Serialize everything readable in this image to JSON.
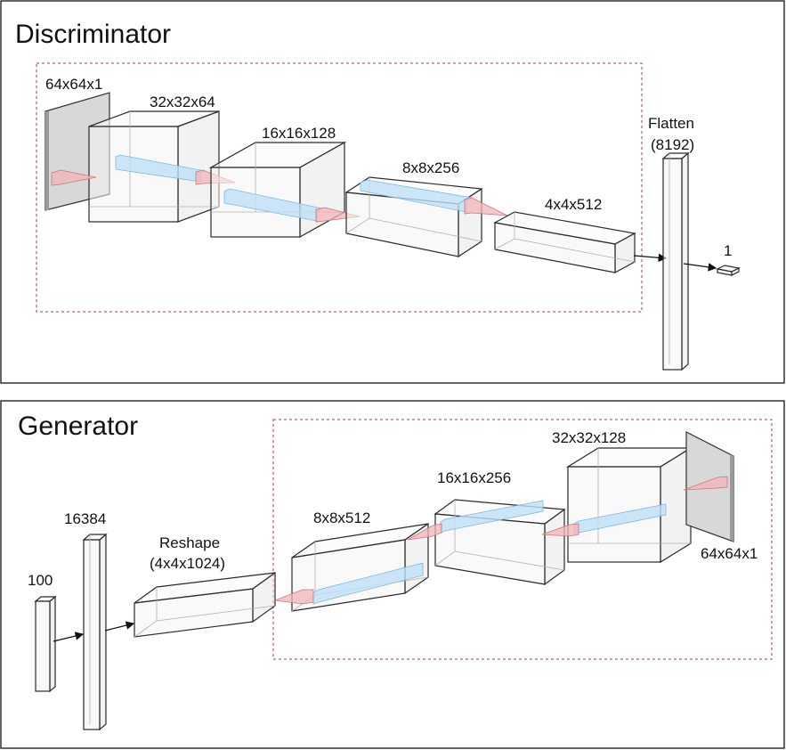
{
  "discriminator": {
    "title": "Discriminator",
    "labels": {
      "input": "64x64x1",
      "conv1": "32x32x64",
      "conv2": "16x16x128",
      "conv3": "8x8x256",
      "conv4": "4x4x512",
      "flatten_name": "Flatten",
      "flatten_size": "(8192)",
      "output": "1"
    }
  },
  "generator": {
    "title": "Generator",
    "labels": {
      "noise": "100",
      "dense": "16384",
      "reshape_name": "Reshape",
      "reshape_size": "(4x4x1024)",
      "deconv1": "8x8x512",
      "deconv2": "16x16x256",
      "deconv3": "32x32x128",
      "output": "64x64x1"
    }
  },
  "colors": {
    "frame": "#000000",
    "dashed_group": "#c8323c",
    "kernel_blue": "#bfe0f7",
    "kernel_pink": "#f3b4b8"
  }
}
